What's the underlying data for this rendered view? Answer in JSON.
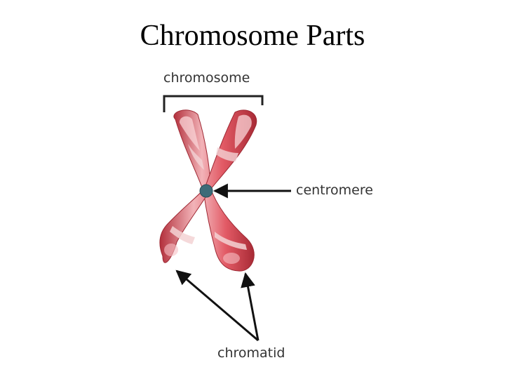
{
  "title": "Chromosome Parts",
  "labels": {
    "chromosome": "chromosome",
    "centromere": "centromere",
    "chromatid": "chromatid"
  },
  "colors": {
    "chromatid_fill": "#d9434f",
    "chromatid_highlight": "#f7c0c4",
    "chromatid_band": "#f3d2d4",
    "centromere_fill": "#3d6b78",
    "label_text": "#333333",
    "arrow": "#111111"
  }
}
